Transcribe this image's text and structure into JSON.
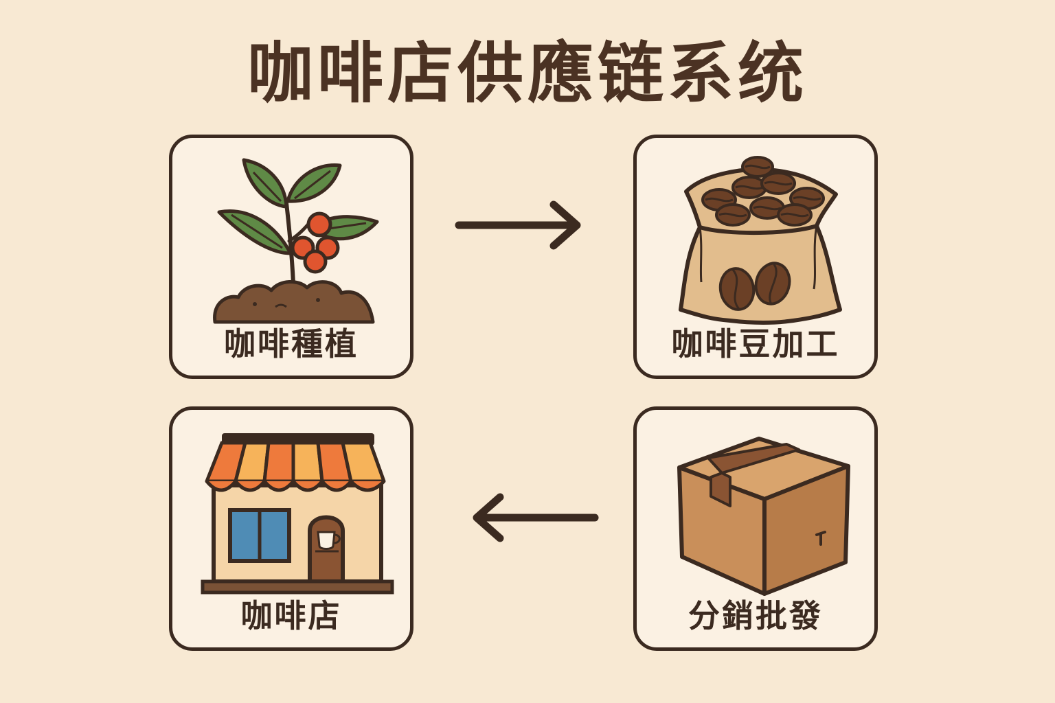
{
  "title": "咖啡店供應链系统",
  "colors": {
    "background": "#f8e9d3",
    "card_fill": "#fbf1e3",
    "outline": "#3b2a20",
    "title_text": "#4b3223",
    "leaf": "#5f8a46",
    "cherry": "#e0552f",
    "soil": "#7a5236",
    "sack": "#e2bd8d",
    "bean": "#6b4026",
    "box": "#c98f5a",
    "awning_orange": "#ee7a3c",
    "awning_yellow": "#f6b35a",
    "window": "#4f8cb5"
  },
  "stages": [
    {
      "label": "咖啡種植",
      "icon": "coffee-plant-icon"
    },
    {
      "label": "咖啡豆加工",
      "icon": "coffee-bean-sack-icon"
    },
    {
      "label": "分銷批發",
      "icon": "cardboard-box-icon"
    },
    {
      "label": "咖啡店",
      "icon": "coffee-shop-icon"
    }
  ],
  "flow": [
    {
      "from": "咖啡種植",
      "to": "咖啡豆加工",
      "direction": "right"
    },
    {
      "from": "分銷批發",
      "to": "咖啡店",
      "direction": "left"
    }
  ]
}
